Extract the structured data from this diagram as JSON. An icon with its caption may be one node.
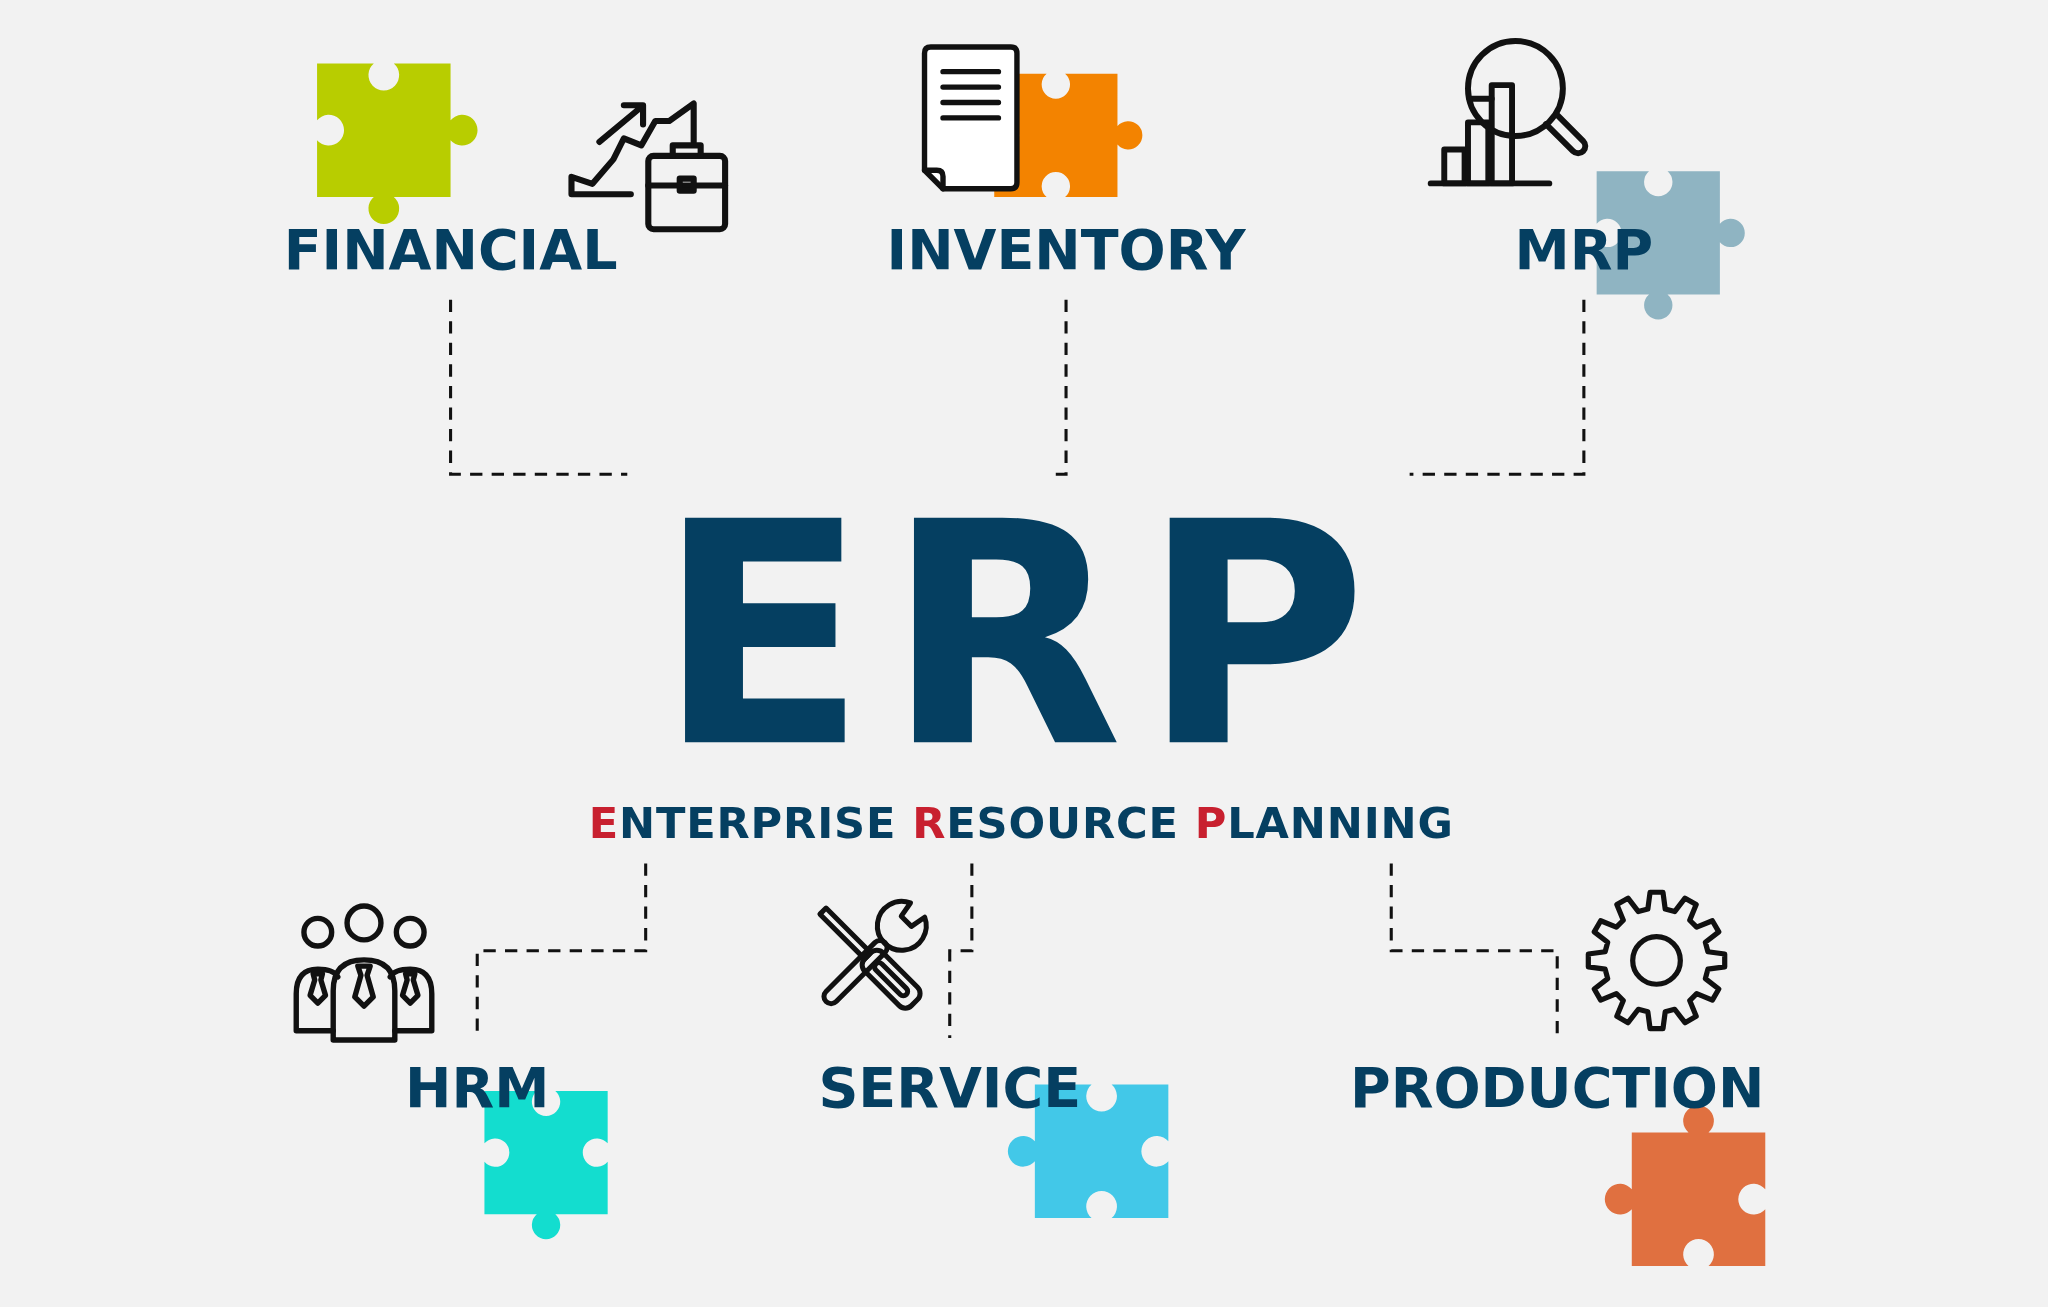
{
  "diagram": {
    "nodes": [
      {
        "text": [
          "FINANCIAL"
        ]
      },
      {
        "text": [
          "INVENTORY"
        ]
      },
      {
        "text": [
          "MRP"
        ]
      },
      {
        "text": [
          "ERP",
          "ENTERPRISE RESOURCE PLANNING"
        ]
      },
      {
        "text": [
          "HRM"
        ]
      },
      {
        "text": [
          "SERVICE"
        ]
      },
      {
        "text": [
          "PRODUCTION"
        ]
      }
    ],
    "edges": [
      {
        "from": 0,
        "to": 3,
        "arrow": "none",
        "style": "dashed"
      },
      {
        "from": 1,
        "to": 3,
        "arrow": "none",
        "style": "dashed"
      },
      {
        "from": 2,
        "to": 3,
        "arrow": "none",
        "style": "dashed"
      },
      {
        "from": 3,
        "to": 4,
        "arrow": "none",
        "style": "dashed"
      },
      {
        "from": 3,
        "to": 5,
        "arrow": "none",
        "style": "dashed"
      },
      {
        "from": 3,
        "to": 6,
        "arrow": "none",
        "style": "dashed"
      }
    ]
  }
}
